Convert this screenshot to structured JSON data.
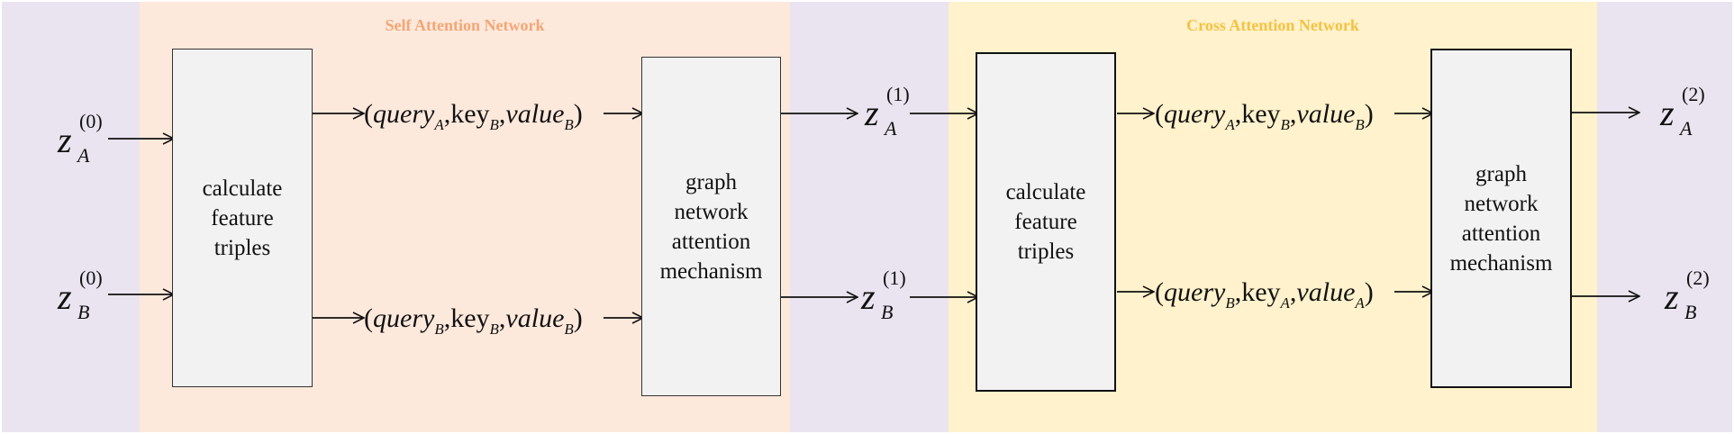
{
  "colors": {
    "outer_background": "#e9e4ef",
    "self_attention_bg": "#fde9dc",
    "cross_attention_bg": "#fff2cc",
    "self_attention_title": "#f4a674",
    "cross_attention_title": "#f5c242",
    "box_fill": "#f2f2f2",
    "line": "#111111"
  },
  "sections": {
    "self_attention": {
      "title": "Self Attention Network"
    },
    "cross_attention": {
      "title": "Cross Attention Network"
    }
  },
  "boxes": {
    "calc1": {
      "lines": [
        "calculate",
        "feature",
        "triples"
      ]
    },
    "graph1": {
      "lines": [
        "graph",
        "network",
        "attention",
        "mechanism"
      ]
    },
    "calc2": {
      "lines": [
        "calculate",
        "feature",
        "triples"
      ]
    },
    "graph2": {
      "lines": [
        "graph",
        "network",
        "attention",
        "mechanism"
      ]
    }
  },
  "variables": {
    "za0": {
      "base": "z",
      "sub": "A",
      "sup": "(0)"
    },
    "zb0": {
      "base": "z",
      "sub": "B",
      "sup": "(0)"
    },
    "za1": {
      "base": "z",
      "sub": "A",
      "sup": "(1)"
    },
    "zb1": {
      "base": "z",
      "sub": "B",
      "sup": "(1)"
    },
    "za2": {
      "base": "z",
      "sub": "A",
      "sup": "(2)"
    },
    "zb2": {
      "base": "z",
      "sub": "B",
      "sup": "(2)"
    }
  },
  "triples": {
    "t1": {
      "q": "query",
      "q_sub": "A",
      "k": "key",
      "k_sub": "B",
      "v": "value",
      "v_sub": "B"
    },
    "t2": {
      "q": "query",
      "q_sub": "B",
      "k": "key",
      "k_sub": "B",
      "v": "value",
      "v_sub": "B"
    },
    "t3": {
      "q": "query",
      "q_sub": "A",
      "k": "key",
      "k_sub": "B",
      "v": "value",
      "v_sub": "B"
    },
    "t4": {
      "q": "query",
      "q_sub": "B",
      "k": "key",
      "k_sub": "A",
      "v": "value",
      "v_sub": "A"
    }
  }
}
